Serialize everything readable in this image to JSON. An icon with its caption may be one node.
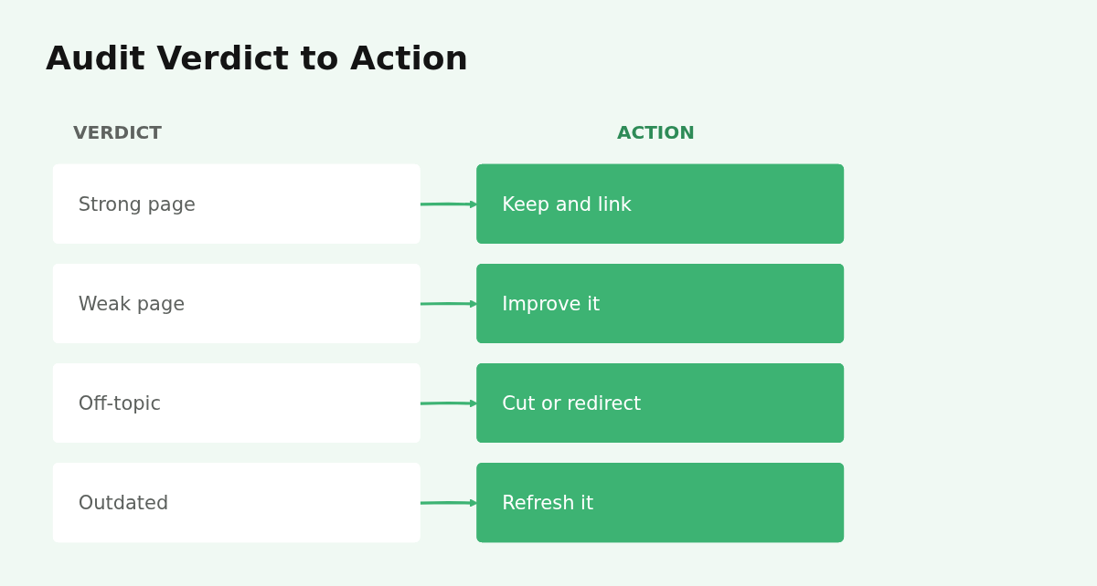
{
  "diagram": {
    "title": "Audit Verdict to Action",
    "nodes": [
      {
        "text": [
          "Strong page"
        ]
      },
      {
        "text": [
          "Keep and link"
        ]
      },
      {
        "text": [
          "Weak page"
        ]
      },
      {
        "text": [
          "Improve it"
        ]
      },
      {
        "text": [
          "Off-topic"
        ]
      },
      {
        "text": [
          "Cut or redirect"
        ]
      },
      {
        "text": [
          "Outdated"
        ]
      },
      {
        "text": [
          "Refresh it"
        ]
      }
    ],
    "edges": [
      {
        "from": 0,
        "to": 1,
        "arrow": "to"
      },
      {
        "from": 2,
        "to": 3,
        "arrow": "to"
      },
      {
        "from": 4,
        "to": 5,
        "arrow": "to"
      },
      {
        "from": 6,
        "to": 7,
        "arrow": "to"
      }
    ],
    "labels": [
      "VERDICT",
      "ACTION"
    ]
  }
}
